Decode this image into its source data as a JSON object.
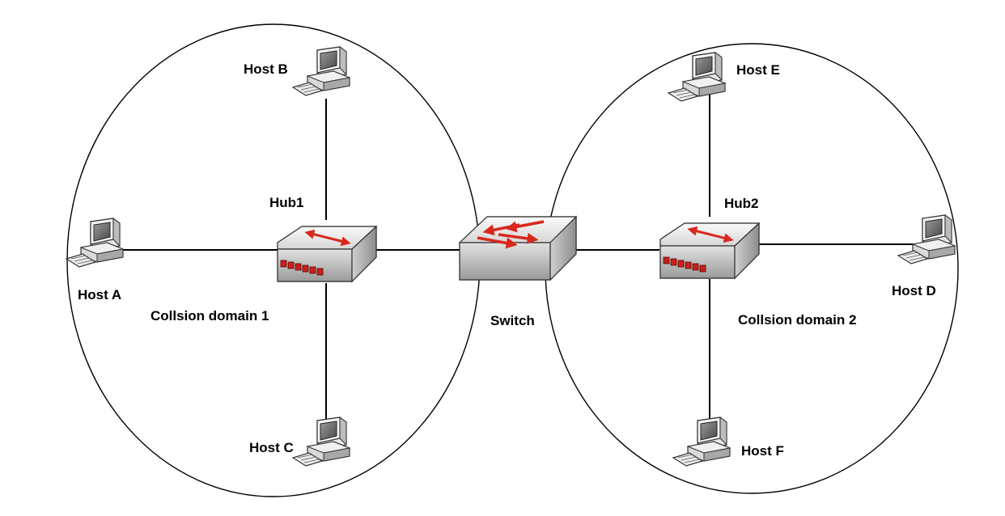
{
  "labels": {
    "host_a": "Host A",
    "host_b": "Host B",
    "host_c": "Host C",
    "host_d": "Host D",
    "host_e": "Host E",
    "host_f": "Host F",
    "hub1": "Hub1",
    "hub2": "Hub2",
    "switch": "Switch",
    "domain1": "Collsion domain 1",
    "domain2": "Collsion domain 2"
  },
  "icons": {
    "host": "desktop-computer-icon",
    "hub": "hub-icon",
    "switch": "switch-icon"
  },
  "colors": {
    "arrow": "#d8281e",
    "port": "#c8201a",
    "line": "#000000",
    "device_body": "#d4d4d4"
  }
}
